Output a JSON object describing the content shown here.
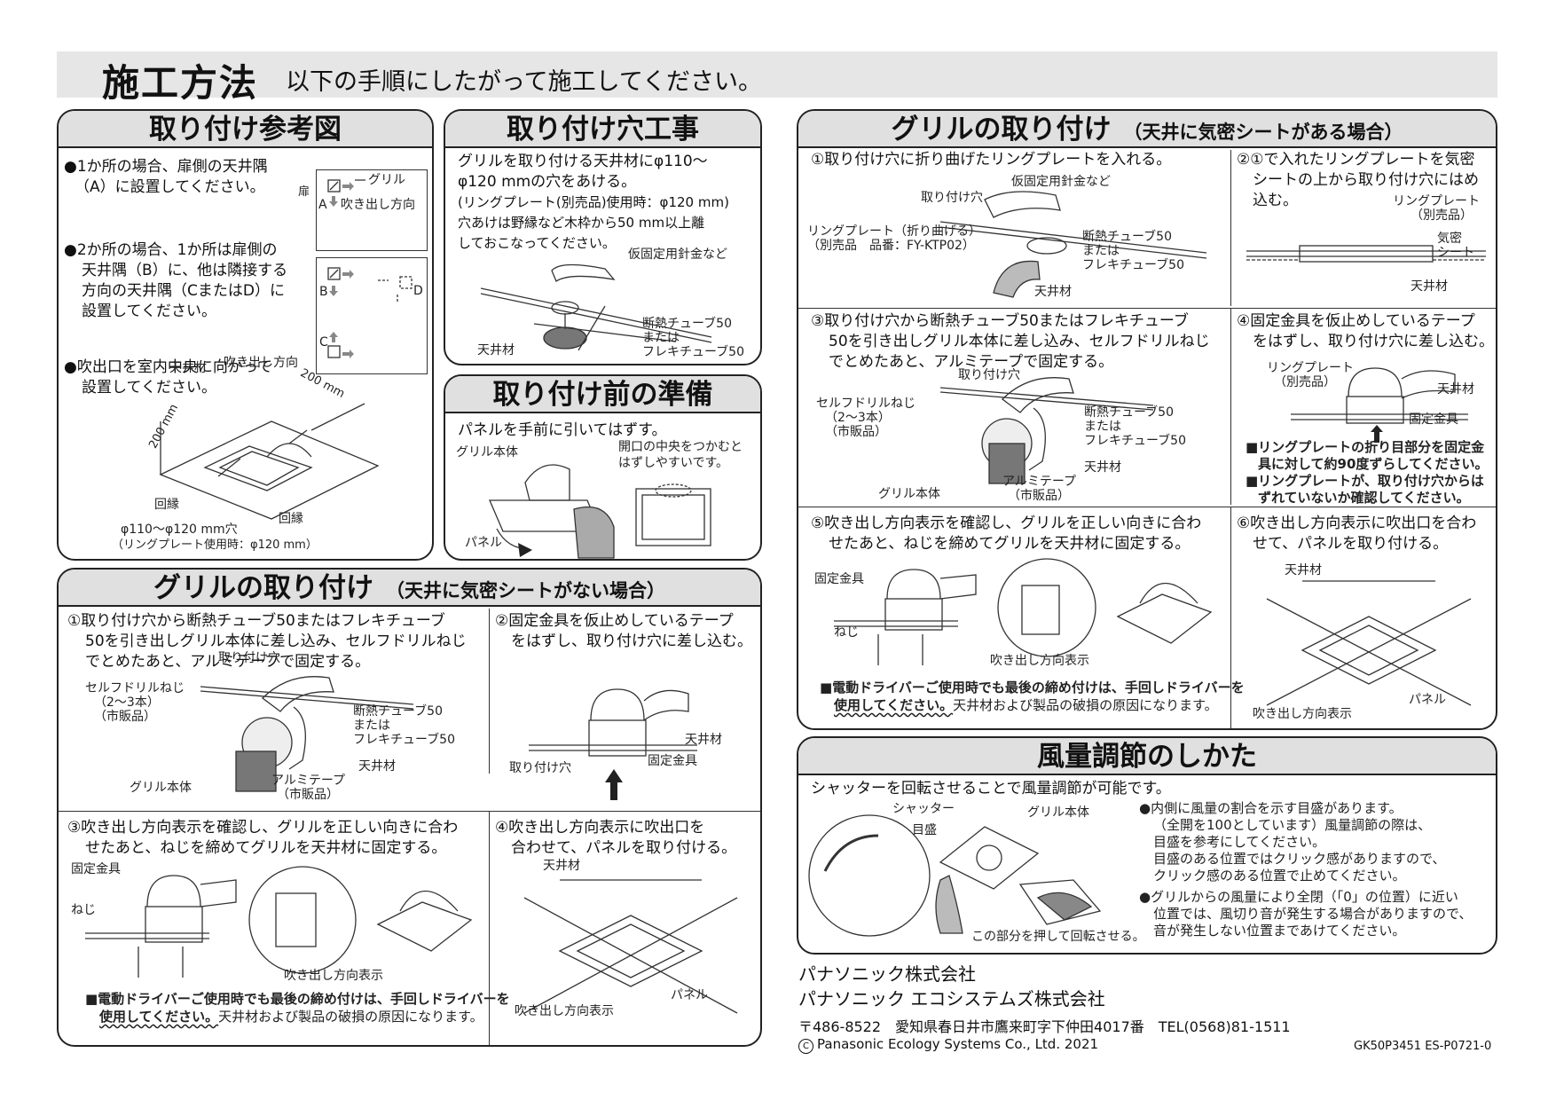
{
  "header": {
    "title": "施工方法",
    "subtitle": "以下の手順にしたがって施工してください。"
  },
  "ref": {
    "title": "取り付け参考図",
    "b1": [
      "●1か所の場合、扉側の天井隅",
      "（A）に設置してください。"
    ],
    "b2": [
      "●2か所の場合、1か所は扉側の",
      "天井隅（B）に、他は隣接する",
      "方向の天井隅（CまたはD）に",
      "設置してください。"
    ],
    "b3": [
      "●吹出口を室内中央に向かって",
      "設置してください。"
    ],
    "d1": {
      "tobira": "扉",
      "grill": "グリル",
      "a": "A",
      "dir": "吹き出し方向"
    },
    "d2": {
      "b": "B",
      "c": "C",
      "d": "D"
    },
    "fig": {
      "ceiling": "天井材",
      "dir": "吹き出し方向",
      "dim1": "200 mm",
      "dim2": "200 mm",
      "edge1": "回縁",
      "edge2": "回縁",
      "hole": "φ110～φ120 mm穴",
      "ring": "（リングプレート使用時：φ120 mm）"
    }
  },
  "hole": {
    "title": "取り付け穴工事",
    "lines": [
      "グリルを取り付ける天井材にφ110～",
      "φ120 mmの穴をあける。",
      "(リングプレート(別売品)使用時：φ120 mm)",
      "穴あけは野縁など木枠から50 mm以上離",
      "しておこなってください。"
    ],
    "l_wire": "仮固定用針金など",
    "l_ceil": "天井材",
    "l_tube1": "断熱チューブ50",
    "l_tube2": "または",
    "l_tube3": "フレキチューブ50"
  },
  "prep": {
    "title": "取り付け前の準備",
    "line": "パネルを手前に引いてはずす。",
    "l_body": "グリル本体",
    "l_panel": "パネル",
    "n1": "開口の中央をつかむと",
    "n2": "はずしやすいです。"
  },
  "nosheet": {
    "title": "グリルの取り付け",
    "sub": "（天井に気密シートがない場合）",
    "s1": [
      "①取り付け穴から断熱チューブ50またはフレキチューブ",
      "50を引き出しグリル本体に差し込み、セルフドリルねじ",
      "でとめたあと、アルミテープで固定する。"
    ],
    "s1l": {
      "hole": "取り付け穴",
      "screw1": "セルフドリルねじ",
      "screw2": "（2～3本）",
      "screw3": "（市販品）",
      "tube1": "断熱チューブ50",
      "tube2": "または",
      "tube3": "フレキチューブ50",
      "ceil": "天井材",
      "body": "グリル本体",
      "tape1": "アルミテープ",
      "tape2": "（市販品）"
    },
    "s2": [
      "②固定金具を仮止めしているテープ",
      "をはずし、取り付け穴に差し込む。"
    ],
    "s2l": {
      "ceil": "天井材",
      "bracket": "固定金具",
      "hole": "取り付け穴"
    },
    "s3": [
      "③吹き出し方向表示を確認し、グリルを正しい向きに合わ",
      "せたあと、ねじを締めてグリルを天井材に固定する。"
    ],
    "s3l": {
      "bracket": "固定金具",
      "screw": "ねじ",
      "dir": "吹き出し方向表示"
    },
    "s3n": [
      "■電動ドライバーご使用時でも最後の締め付けは、手回しドライバーを",
      "使用してください。",
      "天井材および製品の破損の原因になります。"
    ],
    "s4": [
      "④吹き出し方向表示に吹出口を",
      "合わせて、パネルを取り付ける。"
    ],
    "s4l": {
      "ceil": "天井材",
      "dir": "吹き出し方向表示",
      "panel": "パネル"
    }
  },
  "sheet": {
    "title": "グリルの取り付け",
    "sub": "（天井に気密シートがある場合）",
    "s1": "①取り付け穴に折り曲げたリングプレートを入れる。",
    "s1l": {
      "wire": "仮固定用針金など",
      "hole": "取り付け穴",
      "ring1": "リングプレート（折り曲げる）",
      "ring2": "（別売品　品番：FY-KTP02）",
      "tube1": "断熱チューブ50",
      "tube2": "または",
      "tube3": "フレキチューブ50",
      "ceil": "天井材"
    },
    "s2": [
      "②①で入れたリングプレートを気密",
      "シートの上から取り付け穴にはめ",
      "込む。"
    ],
    "s2l": {
      "ring1": "リングプレート",
      "ring2": "（別売品）",
      "sheet1": "気密",
      "sheet2": "シート",
      "ceil": "天井材"
    },
    "s3": [
      "③取り付け穴から断熱チューブ50またはフレキチューブ",
      "50を引き出しグリル本体に差し込み、セルフドリルねじ",
      "でとめたあと、アルミテープで固定する。"
    ],
    "s3l": {
      "hole": "取り付け穴",
      "screw1": "セルフドリルねじ",
      "screw2": "（2～3本）",
      "screw3": "（市販品）",
      "tube1": "断熱チューブ50",
      "tube2": "または",
      "tube3": "フレキチューブ50",
      "ceil": "天井材",
      "tape1": "アルミテープ",
      "tape2": "（市販品）",
      "body": "グリル本体"
    },
    "s4": [
      "④固定金具を仮止めしているテープ",
      "をはずし、取り付け穴に差し込む。"
    ],
    "s4l": {
      "ring1": "リングプレート",
      "ring2": "（別売品）",
      "ceil": "天井材",
      "bracket": "固定金具"
    },
    "s4n": [
      "■リングプレートの折り目部分を固定金",
      "具に対して約90度ずらしてください。",
      "■リングプレートが、取り付け穴からは",
      "ずれていないか確認してください。"
    ],
    "s5": [
      "⑤吹き出し方向表示を確認し、グリルを正しい向きに合わ",
      "せたあと、ねじを締めてグリルを天井材に固定する。"
    ],
    "s5l": {
      "bracket": "固定金具",
      "screw": "ねじ",
      "dir": "吹き出し方向表示"
    },
    "s5n": [
      "■電動ドライバーご使用時でも最後の締め付けは、手回しドライバーを",
      "使用してください。",
      "天井材および製品の破損の原因になります。"
    ],
    "s6": [
      "⑥吹き出し方向表示に吹出口を合わ",
      "せて、パネルを取り付ける。"
    ],
    "s6l": {
      "ceil": "天井材",
      "dir": "吹き出し方向表示",
      "panel": "パネル"
    }
  },
  "airflow": {
    "title": "風量調節のしかた",
    "intro": "シャッターを回転させることで風量調節が可能です。",
    "l_shutter": "シャッター",
    "l_scale": "目盛",
    "l_body": "グリル本体",
    "l_push": "この部分を押して回転させる。",
    "n1": [
      "●内側に風量の割合を示す目盛があります。",
      "（全開を100としています）風量調節の際は、",
      "目盛を参考にしてください。",
      "目盛のある位置ではクリック感がありますので、",
      "クリック感のある位置で止めてください。"
    ],
    "n2": [
      "●グリルからの風量により全閉（「0」の位置）に近い",
      "位置では、風切り音が発生する場合がありますので、",
      "音が発生しない位置まであけてください。"
    ]
  },
  "footer": {
    "company1": "パナソニック株式会社",
    "company2": "パナソニック エコシステムズ株式会社",
    "address": "〒486-8522　愛知県春日井市鷹来町字下仲田4017番　TEL(0568)81-1511",
    "copyright": "Panasonic Ecology Systems Co., Ltd. 2021",
    "copy_mark": "C",
    "code": "GK50P3451 ES-P0721-0"
  }
}
